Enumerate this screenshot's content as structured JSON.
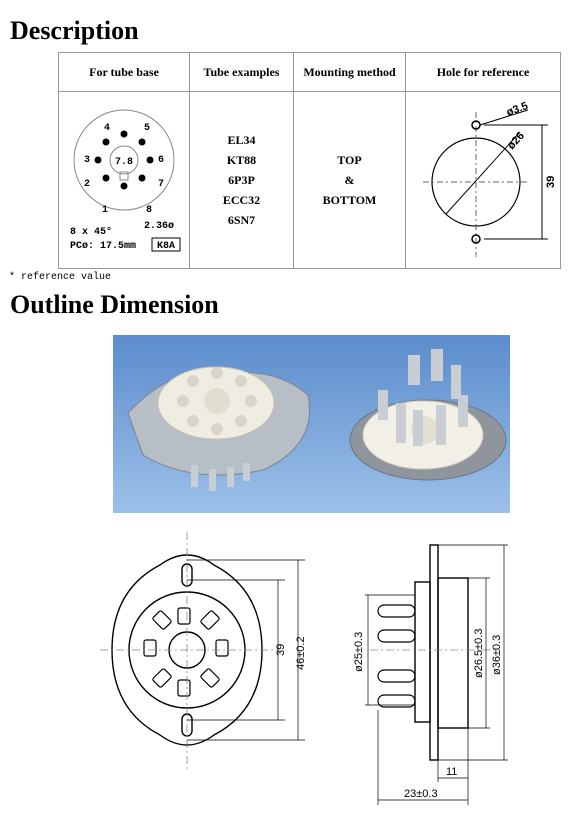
{
  "headings": {
    "description": "Description",
    "outline": "Outline Dimension"
  },
  "table": {
    "headers": [
      "For tube base",
      "Tube examples",
      "Mounting method",
      "Hole for reference"
    ],
    "tube_examples": [
      "EL34",
      "KT88",
      "6P3P",
      "ECC32",
      "6SN7"
    ],
    "mounting": [
      "TOP",
      "&",
      "BOTTOM"
    ],
    "base": {
      "pins": [
        "1",
        "2",
        "3",
        "4",
        "5",
        "6",
        "7",
        "8"
      ],
      "center": "7.8",
      "angle": "8 x 45°",
      "pin_dia": "2.36ø",
      "pcd": "PCø: 17.5mm",
      "code": "K8A"
    },
    "hole": {
      "small": "ø3.5",
      "large": "ø26",
      "height": "39"
    }
  },
  "note": "* reference value",
  "outline": {
    "front_height_inner": "39",
    "front_height_outer": "46±0.2",
    "side_dia_25": "ø25±0.3",
    "side_dia_265": "ø26.5±0.3",
    "side_dia_36": "ø36±0.3",
    "side_width_11": "11",
    "side_width_23": "23±0.3"
  },
  "colors": {
    "ceramic": "#ece8dc",
    "metal": "#9aa0a8",
    "photo_bg": "#6f9bd0"
  }
}
